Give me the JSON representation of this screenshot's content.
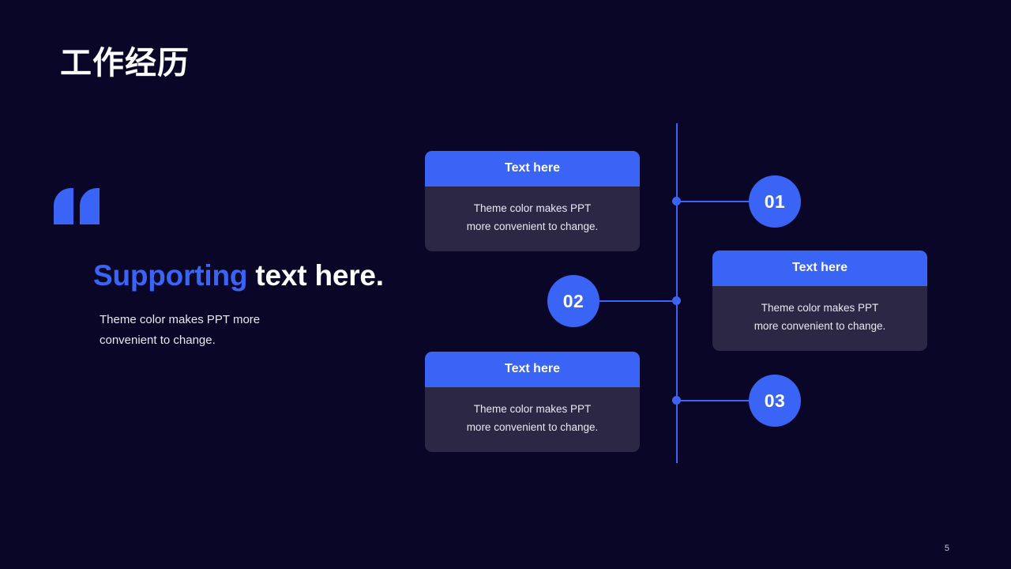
{
  "slide": {
    "title": "工作经历",
    "page_number": "5",
    "background_color": "#0a0627",
    "accent_color": "#3a64f6",
    "card_body_color": "#2b2745"
  },
  "quote": {
    "icon": "quote-open-icon",
    "heading_accent": "Supporting",
    "heading_rest": " text here.",
    "body_line1": "Theme color makes PPT more",
    "body_line2": "convenient to change."
  },
  "timeline": {
    "nodes": [
      {
        "number": "01"
      },
      {
        "number": "02"
      },
      {
        "number": "03"
      }
    ]
  },
  "cards": [
    {
      "title": "Text here",
      "body_line1": "Theme color makes PPT",
      "body_line2": "more convenient to change."
    },
    {
      "title": "Text here",
      "body_line1": "Theme color makes PPT",
      "body_line2": "more convenient to change."
    },
    {
      "title": "Text here",
      "body_line1": "Theme color makes PPT",
      "body_line2": "more convenient to change."
    }
  ]
}
